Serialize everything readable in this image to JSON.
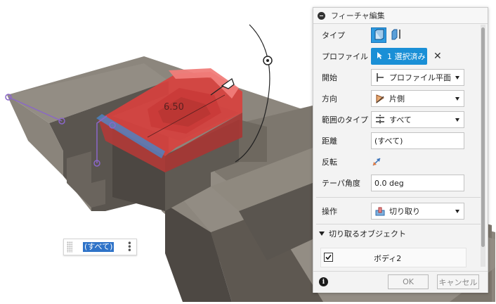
{
  "panel": {
    "title": "フィーチャ編集",
    "rows": {
      "type": {
        "label": "タイプ"
      },
      "profile": {
        "label": "プロファイル",
        "button": "1 選択済み"
      },
      "start": {
        "label": "開始",
        "value": "プロファイル平面"
      },
      "direction": {
        "label": "方向",
        "value": "片側"
      },
      "extent_type": {
        "label": "範囲のタイプ",
        "value": "すべて"
      },
      "distance": {
        "label": "距離",
        "value": "(すべて)"
      },
      "flip": {
        "label": "反転"
      },
      "taper": {
        "label": "テーパ角度",
        "value": "0.0 deg"
      },
      "operation": {
        "label": "操作",
        "value": "切り取り"
      }
    },
    "objects_section": {
      "label": "切り取るオブジェクト",
      "body_name": "ボディ2",
      "checked": true
    },
    "footer": {
      "ok": "OK",
      "cancel": "キャンセル"
    }
  },
  "viewport": {
    "floating_input_value": "(すべて)",
    "dimension_label": "6.50"
  },
  "colors": {
    "accent": "#1a8fd6",
    "extrude_red": "#e04040",
    "solid_gray": "#6b655d"
  }
}
